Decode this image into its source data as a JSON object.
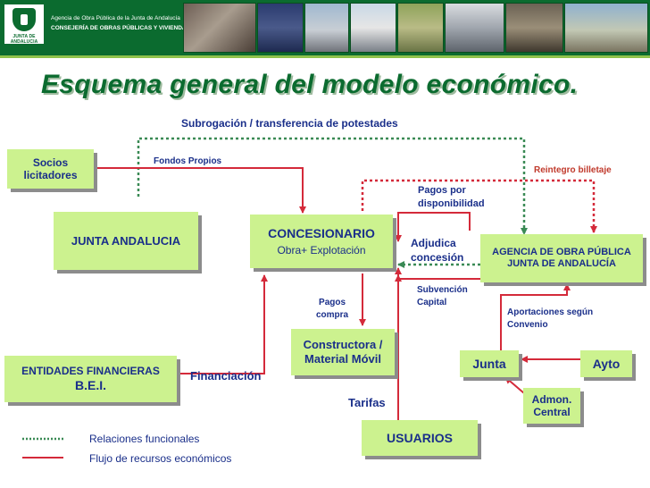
{
  "header": {
    "logo_text": "JUNTA DE ANDALUCIA",
    "agency_line1": "Agencia de Obra Pública de la Junta de Andalucía",
    "agency_line2": "CONSEJERÍA DE OBRAS PÚBLICAS Y VIVIENDA"
  },
  "title": "Esquema general del modelo económico.",
  "labels": {
    "subrogacion": "Subrogación / transferencia de potestades",
    "fondos_propios": "Fondos Propios",
    "reintegro": "Reintegro billetaje",
    "pagos_disp_1": "Pagos por",
    "pagos_disp_2": "disponibilidad",
    "adjudica_1": "Adjudica",
    "adjudica_2": "concesión",
    "subvencion_1": "Subvención",
    "subvencion_2": "Capital",
    "pagos_compra_1": "Pagos",
    "pagos_compra_2": "compra",
    "aportaciones_1": "Aportaciones según",
    "aportaciones_2": "Convenio",
    "financiacion": "Financiación",
    "tarifas": "Tarifas"
  },
  "boxes": {
    "socios_1": "Socios",
    "socios_2": "licitadores",
    "junta_andalucia": "JUNTA ANDALUCIA",
    "concesionario": "CONCESIONARIO",
    "concesionario_sub": "Obra+ Explotación",
    "agencia_1": "AGENCIA DE OBRA PÚBLICA",
    "agencia_2": "JUNTA DE ANDALUCÍA",
    "entidades_1": "ENTIDADES FINANCIERAS",
    "entidades_2": "B.E.I.",
    "constructora_1": "Constructora /",
    "constructora_2": "Material Móvil",
    "junta": "Junta",
    "ayto": "Ayto",
    "admon_1": "Admon.",
    "admon_2": "Central",
    "usuarios": "USUARIOS"
  },
  "legend": {
    "funcionales": "Relaciones funcionales",
    "flujo": "Flujo de recursos económicos"
  },
  "colors": {
    "header_green": "#0b6b2f",
    "box_fill": "#ccf28f",
    "text_blue": "#1a2f8a",
    "flow_red": "#d42a3a",
    "relation_green": "#3a8a55"
  }
}
